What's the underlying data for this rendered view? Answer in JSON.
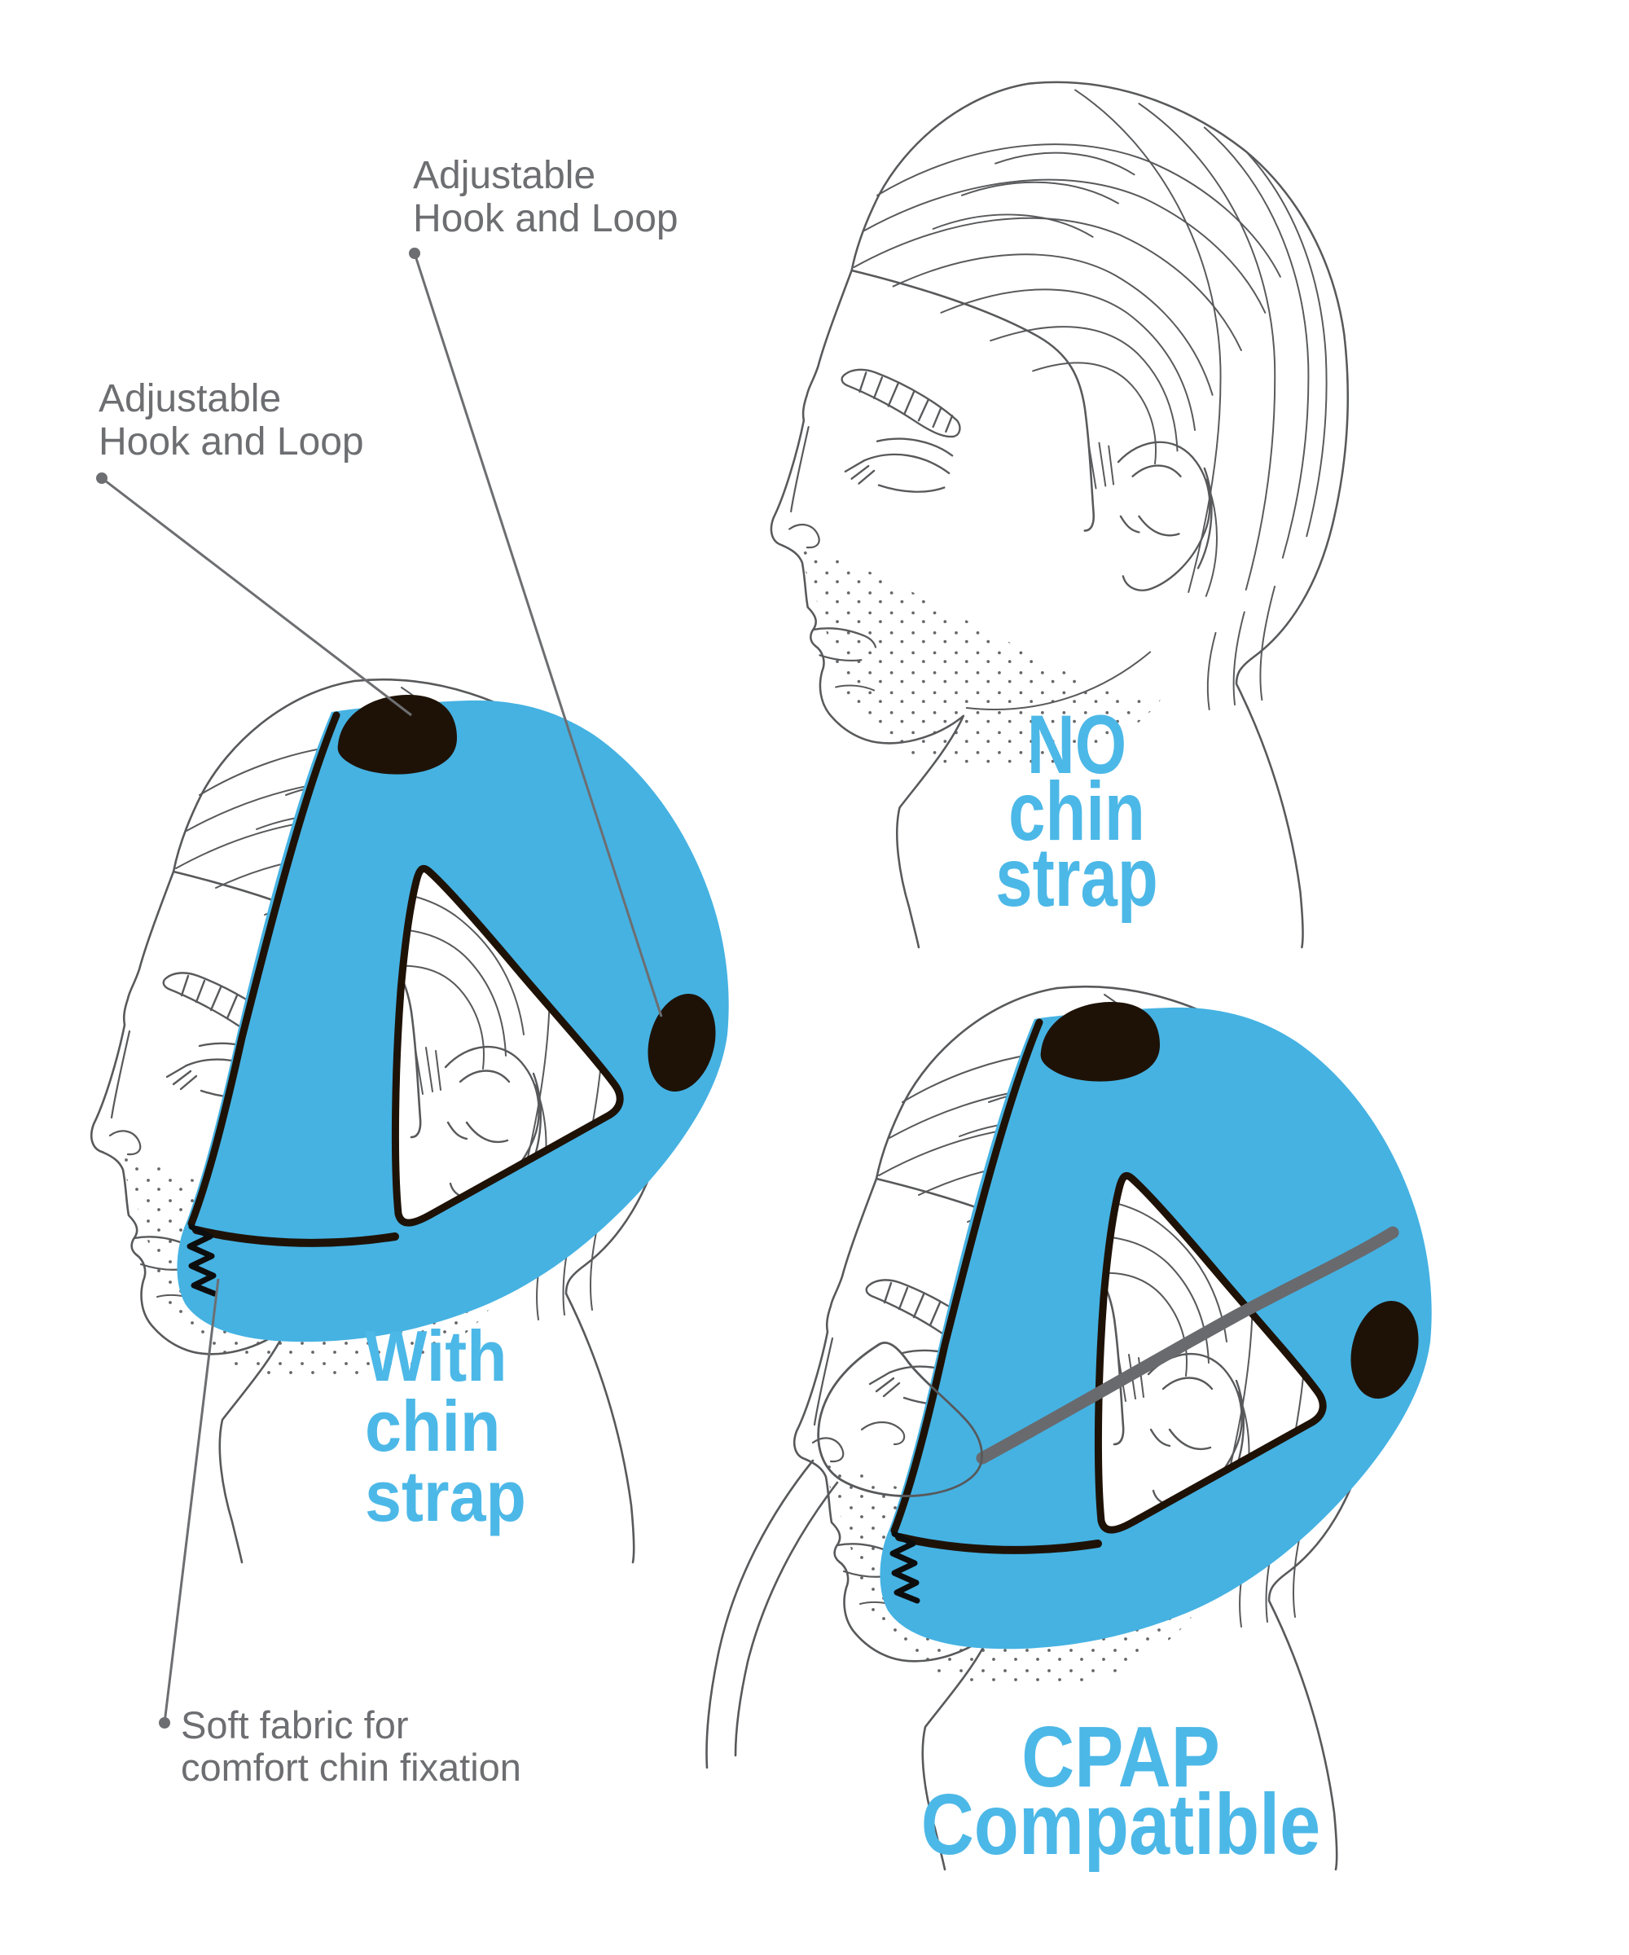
{
  "title": "Chin strap product diagram",
  "colors": {
    "background": "#ffffff",
    "accent_blue_text": "#4cb8e7",
    "strap_blue": "#45b2e2",
    "illustration_line_gray": "#58595b",
    "label_gray": "#6d6e71",
    "patch_black": "#1e1207",
    "cpap_strap_gray": "#696a6e"
  },
  "annotations": {
    "hook_loop_top": {
      "line1": "Adjustable",
      "line2": "Hook and Loop"
    },
    "hook_loop_left": {
      "line1": "Adjustable",
      "line2": "Hook and Loop"
    },
    "soft_fabric": {
      "line1": "Soft fabric for",
      "line2": "comfort chin fixation"
    }
  },
  "captions": {
    "no_strap": {
      "line1": "NO",
      "line2": "chin",
      "line3": "strap"
    },
    "with_strap": {
      "line1": "With",
      "line2": "chin",
      "line3": "strap"
    },
    "cpap": {
      "line1": "CPAP",
      "line2": "Compatible"
    }
  },
  "figures": [
    {
      "name": "head-no-strap",
      "description_label": "NO chin strap"
    },
    {
      "name": "head-with-strap",
      "description_label": "With chin strap"
    },
    {
      "name": "head-cpap",
      "description_label": "CPAP Compatible"
    }
  ]
}
